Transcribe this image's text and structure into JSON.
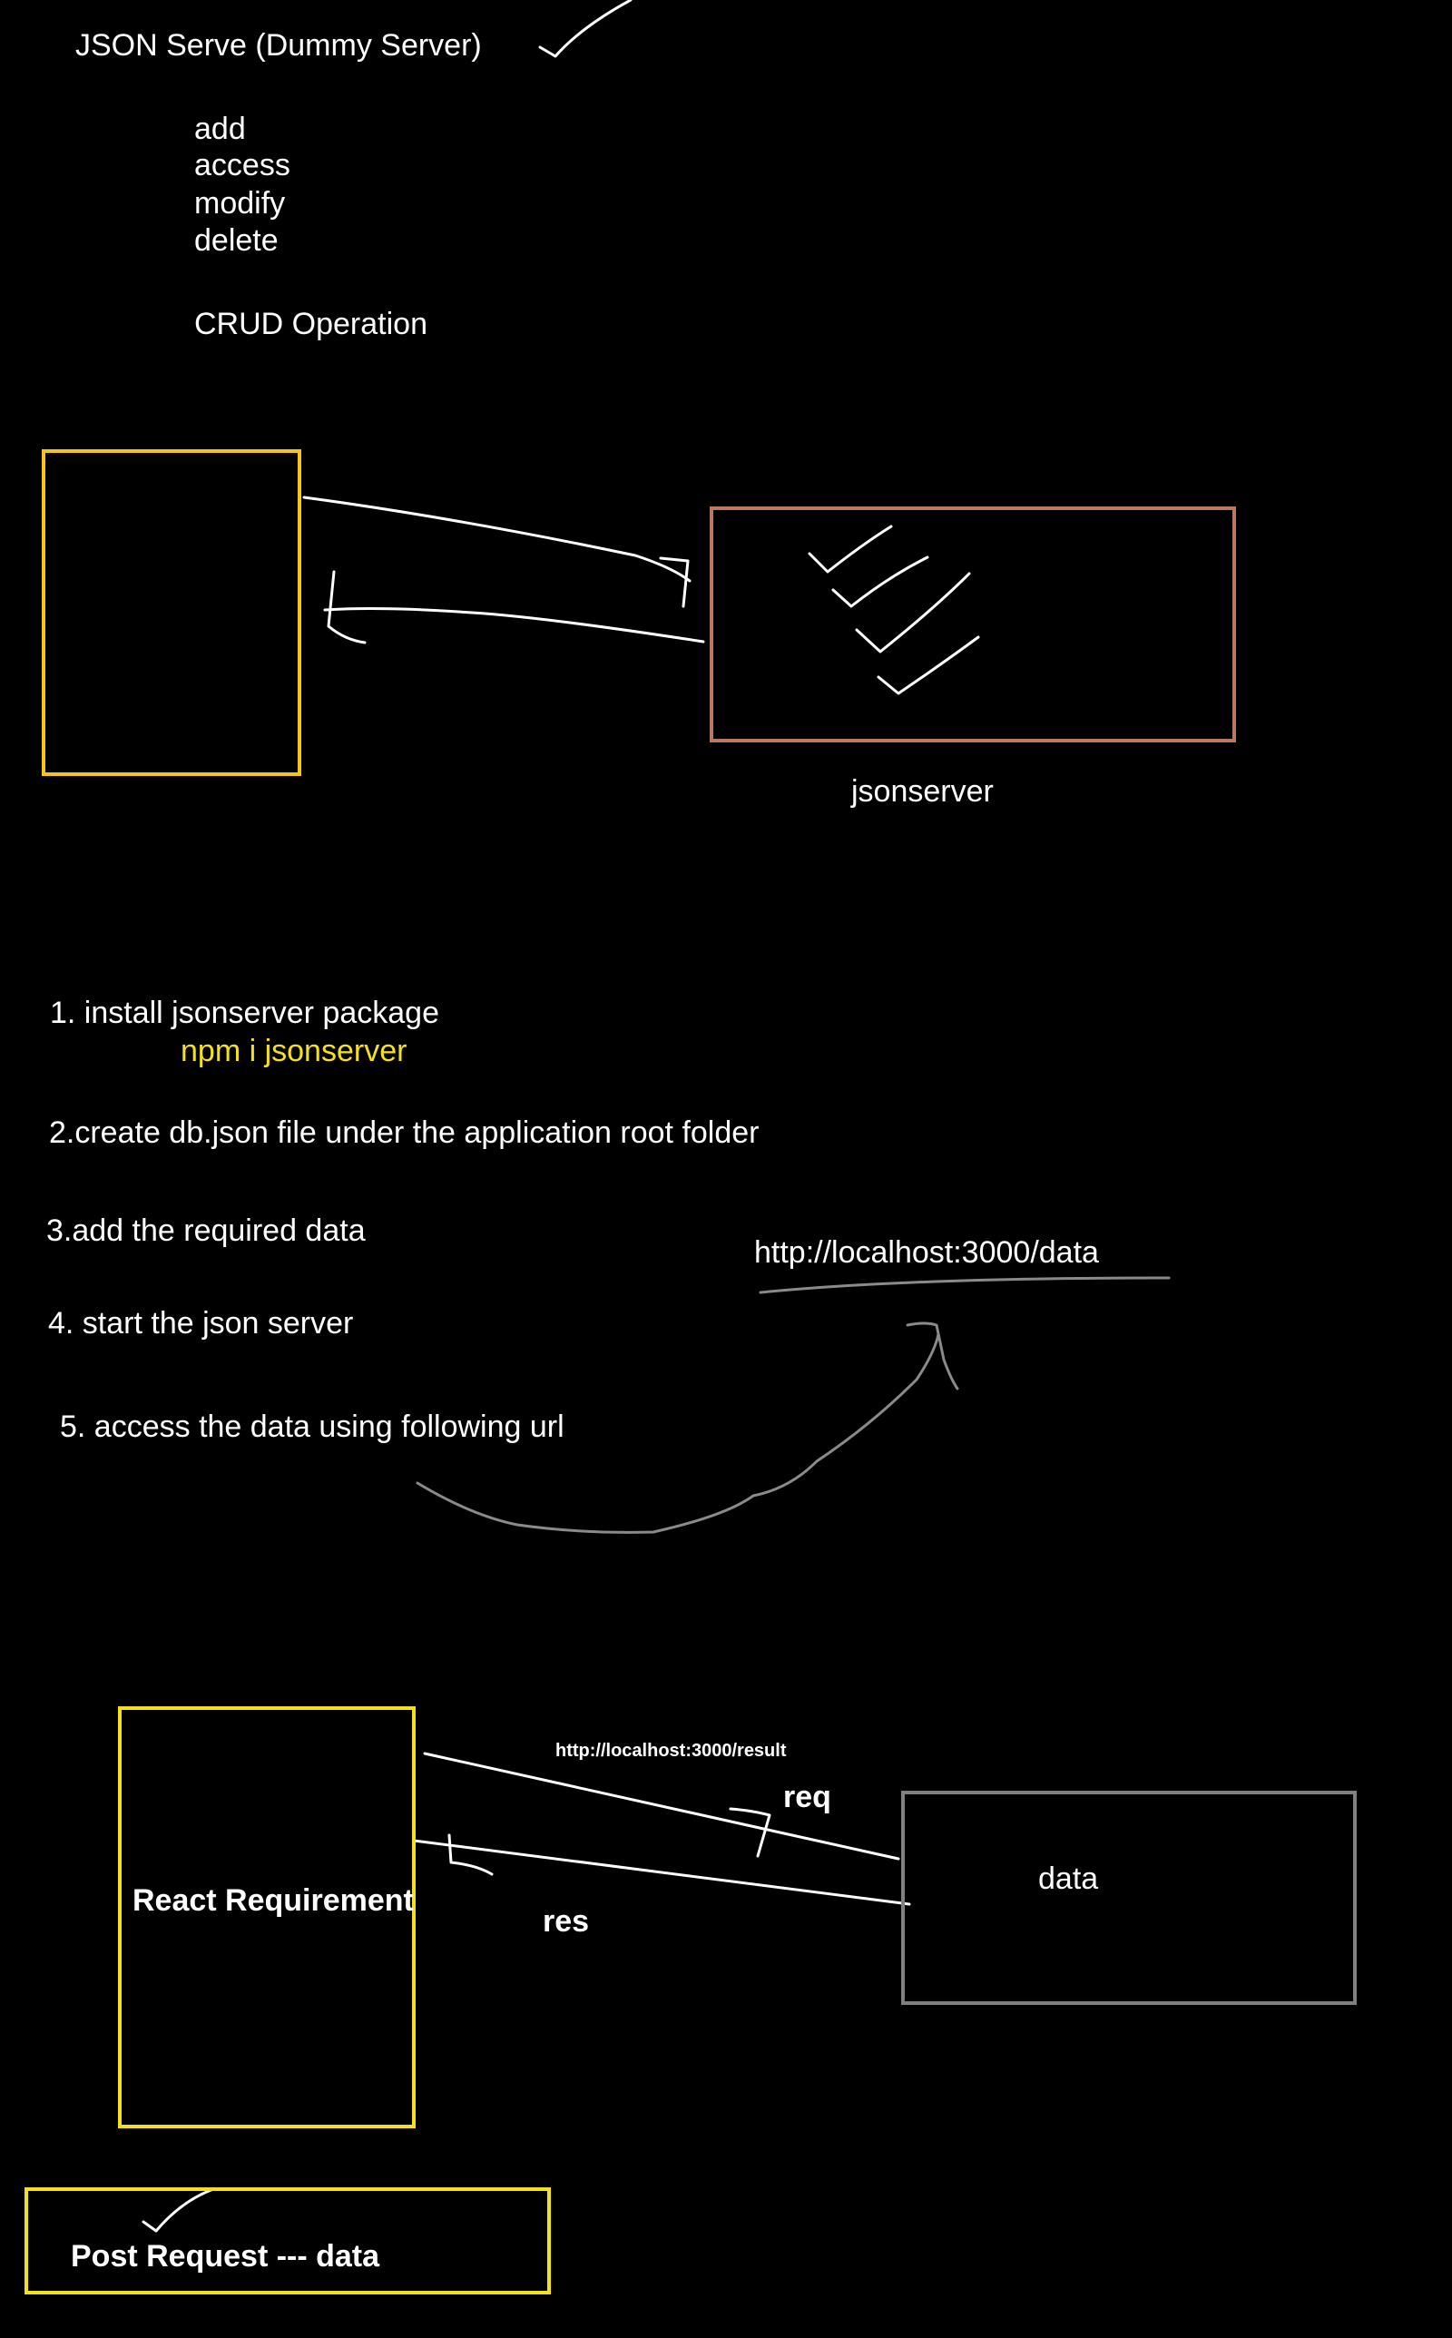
{
  "header": {
    "title": "JSON Serve (Dummy Server)"
  },
  "crud": {
    "items": [
      "add",
      "access",
      "modify",
      "delete"
    ],
    "label": "CRUD Operation"
  },
  "diagram1": {
    "server_label": "jsonserver",
    "colors": {
      "client_box": "#f5c518",
      "server_box": "#b77b5b"
    }
  },
  "steps": {
    "s1": "1. install jsonserver package",
    "s1_cmd": "npm i jsonserver",
    "s2": "2.create db.json file under the application root folder",
    "s3": "3.add the required data",
    "s4": "4. start the json server",
    "s5": "5. access the data using following url",
    "url": "http://localhost:3000/data"
  },
  "diagram2": {
    "client_label": "React Requirement",
    "server_label": "data",
    "url": "http://localhost:3000/result",
    "req": "req",
    "res": "res",
    "colors": {
      "client_box": "#f5e11b",
      "server_box": "#808080"
    }
  },
  "footer": {
    "label": "Post Request --- data"
  }
}
